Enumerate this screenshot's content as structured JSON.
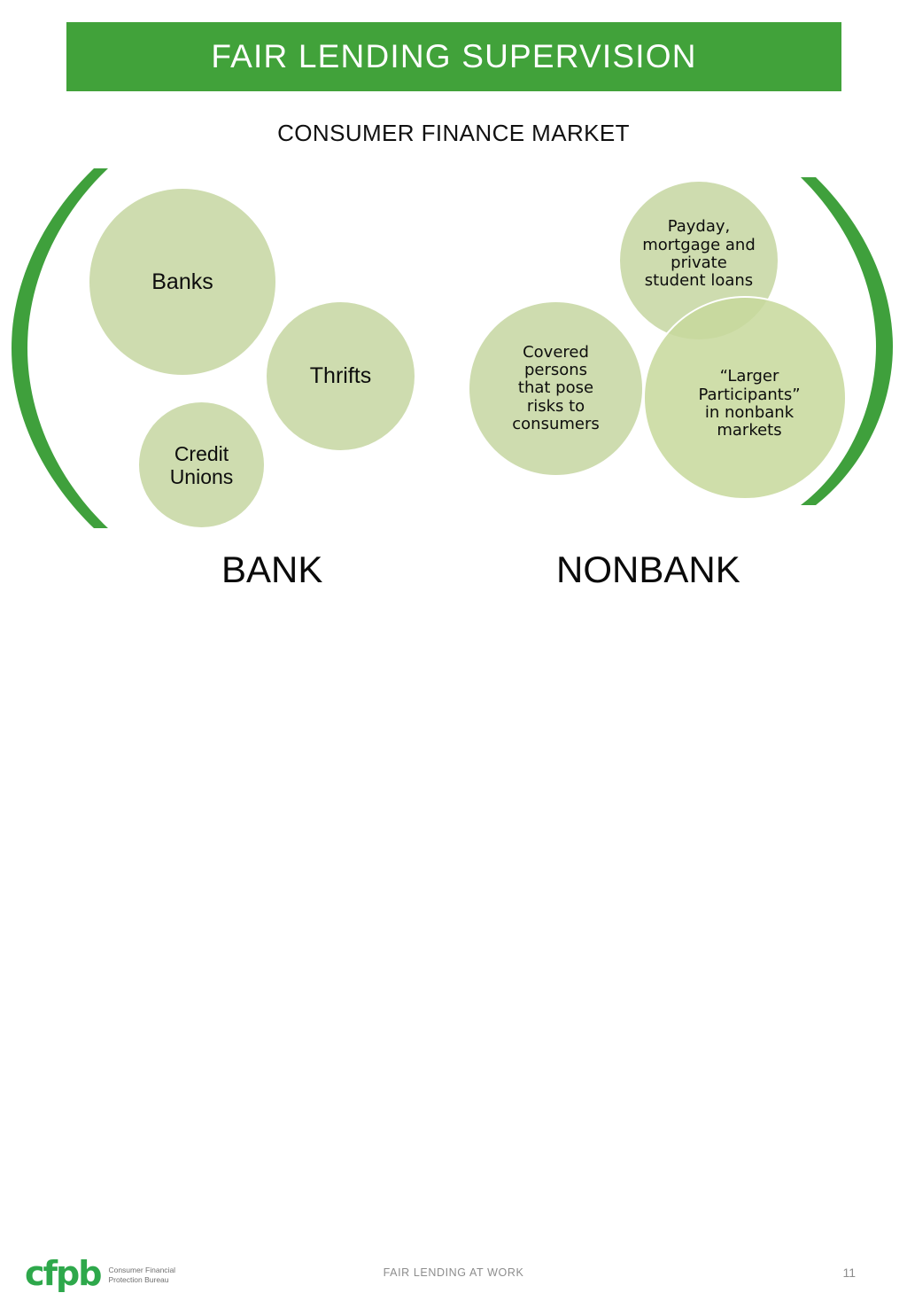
{
  "slide": {
    "title": "FAIR LENDING SUPERVISION",
    "subtitle": "CONSUMER FINANCE MARKET"
  },
  "colors": {
    "banner_green": "#41A23A",
    "bracket_green": "#3FA03C",
    "bubble_fill": "#CEDCAF",
    "bubble_overlap": "#B3CC7D",
    "logo_green": "#2EA84B",
    "footer_gray": "#8D8D8D",
    "text_black": "#0D0D0D",
    "title_text": "#FFFFFF"
  },
  "diagram": {
    "left_group": {
      "category_label": "BANK",
      "bracket_icon": "left-parenthesis-bracket",
      "bubbles": [
        {
          "id": "banks",
          "label": "Banks"
        },
        {
          "id": "thrifts",
          "label": "Thrifts"
        },
        {
          "id": "credit-unions",
          "label": "Credit\nUnions"
        }
      ]
    },
    "right_group": {
      "category_label": "NONBANK",
      "bracket_icon": "right-parenthesis-bracket",
      "bubbles": [
        {
          "id": "payday",
          "label": "Payday,\nmortgage and\nprivate\nstudent loans"
        },
        {
          "id": "covered",
          "label": "Covered\npersons\nthat pose\nrisks to\nconsumers"
        },
        {
          "id": "larger-participants",
          "label": "“Larger\nParticipants”\nin nonbank\nmarkets"
        }
      ]
    }
  },
  "footer": {
    "logo_mark": "cfpb",
    "logo_words": "Consumer Financial\nProtection Bureau",
    "center_text": "FAIR LENDING AT WORK",
    "page_number": "11"
  }
}
